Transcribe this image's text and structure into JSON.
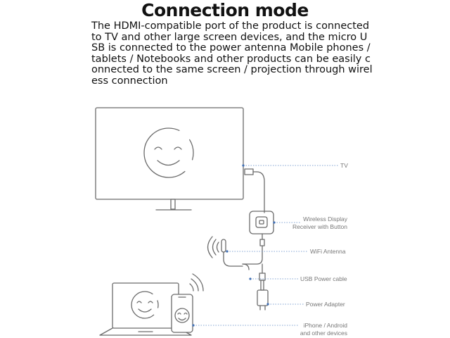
{
  "title": "Connection mode",
  "description": "The HDMI-compatible port of the product is connected to TV and other large screen devices, and the micro USB is connected to the power antenna Mobile phones / tablets / Notebooks and other products can be easily connected to the same screen / projection through wireless connection",
  "labels": {
    "tv": "TV",
    "receiver_line1": "Wireless Display",
    "receiver_line2": "Receiver with Button",
    "antenna": "WiFi Antenna",
    "usb_cable": "USB Power cable",
    "adapter": "Power Adapter",
    "devices_line1": "iPhone / Android",
    "devices_line2": "and other devices"
  },
  "colors": {
    "line": "#6b6b6b",
    "leader": "#5b87c5",
    "dot": "#3f6fb5",
    "label": "#777777"
  },
  "icons": [
    "smiley-face-icon",
    "wifi-signal-icon"
  ]
}
